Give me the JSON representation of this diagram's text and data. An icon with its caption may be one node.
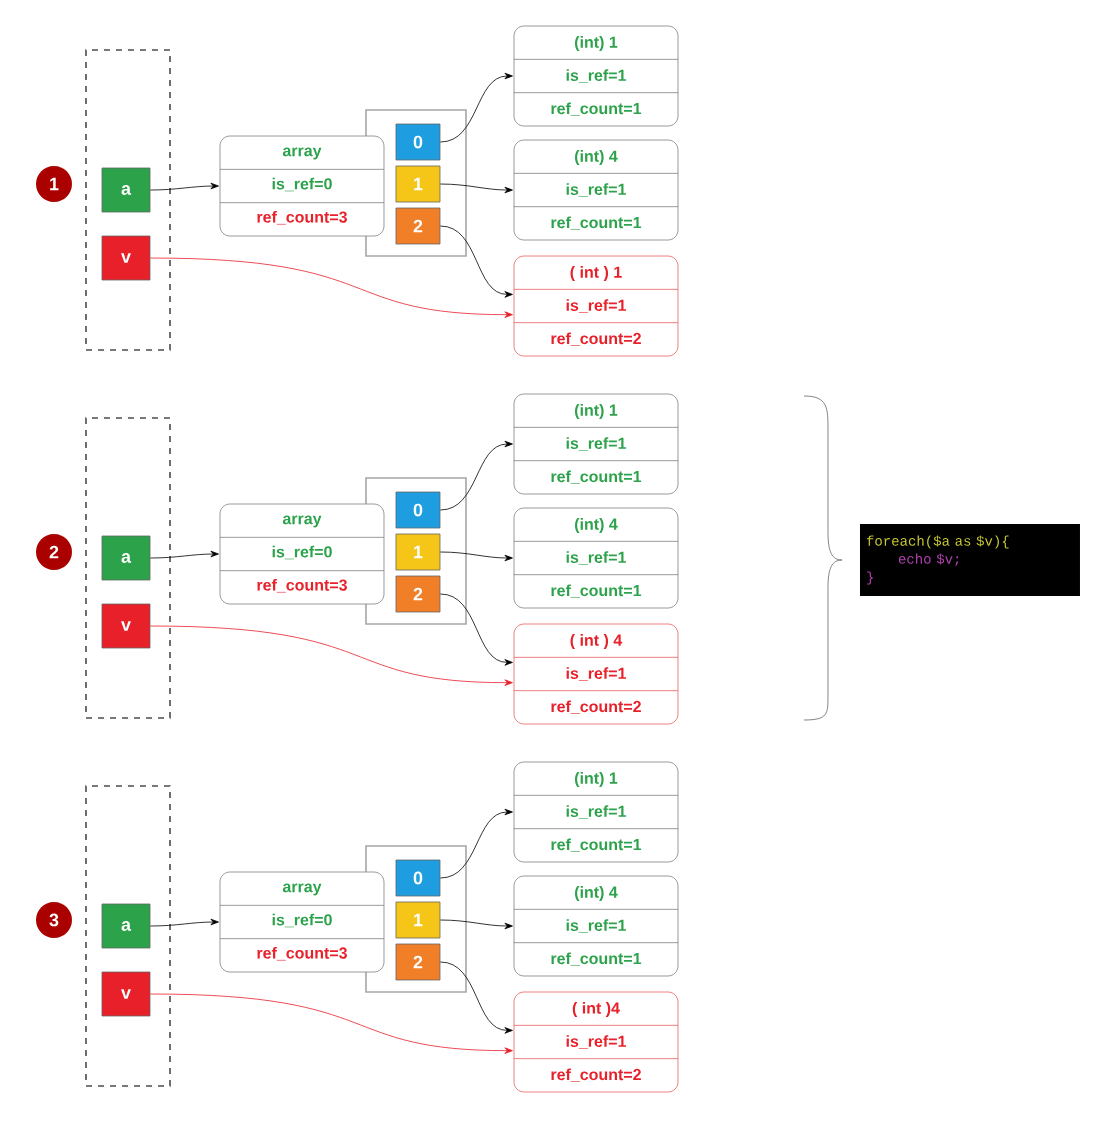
{
  "diagram": {
    "nodes": [
      {
        "text": [
          "1"
        ]
      },
      {
        "text": [],
        "shape": "box"
      },
      {
        "text": [
          "a"
        ],
        "in": 1
      },
      {
        "text": [
          "v"
        ],
        "in": 1
      },
      {
        "text": [
          "array",
          "is_ref=0",
          "ref_count=3"
        ]
      },
      {
        "text": [],
        "shape": "box"
      },
      {
        "text": [
          "0"
        ],
        "in": 5
      },
      {
        "text": [
          "1"
        ],
        "in": 5
      },
      {
        "text": [
          "2"
        ],
        "in": 5
      },
      {
        "text": [
          "(int) 1",
          "is_ref=1",
          "ref_count=1"
        ]
      },
      {
        "text": [
          "(int) 4",
          "is_ref=1",
          "ref_count=1"
        ]
      },
      {
        "text": [
          "( int ) 1",
          "is_ref=1",
          "ref_count=2"
        ]
      },
      {
        "text": [
          "2"
        ]
      },
      {
        "text": [],
        "shape": "box"
      },
      {
        "text": [
          "a"
        ],
        "in": 13
      },
      {
        "text": [
          "v"
        ],
        "in": 13
      },
      {
        "text": [
          "array",
          "is_ref=0",
          "ref_count=3"
        ]
      },
      {
        "text": [],
        "shape": "box"
      },
      {
        "text": [
          "0"
        ],
        "in": 17
      },
      {
        "text": [
          "1"
        ],
        "in": 17
      },
      {
        "text": [
          "2"
        ],
        "in": 17
      },
      {
        "text": [
          "(int) 1",
          "is_ref=1",
          "ref_count=1"
        ]
      },
      {
        "text": [
          "(int) 4",
          "is_ref=1",
          "ref_count=1"
        ]
      },
      {
        "text": [
          "( int ) 4",
          "is_ref=1",
          "ref_count=2"
        ]
      },
      {
        "text": [
          "3"
        ]
      },
      {
        "text": [],
        "shape": "box"
      },
      {
        "text": [
          "a"
        ],
        "in": 25
      },
      {
        "text": [
          "v"
        ],
        "in": 25
      },
      {
        "text": [
          "array",
          "is_ref=0",
          "ref_count=3"
        ]
      },
      {
        "text": [],
        "shape": "box"
      },
      {
        "text": [
          "0"
        ],
        "in": 29
      },
      {
        "text": [
          "1"
        ],
        "in": 29
      },
      {
        "text": [
          "2"
        ],
        "in": 29
      },
      {
        "text": [
          "(int) 1",
          "is_ref=1",
          "ref_count=1"
        ]
      },
      {
        "text": [
          "(int) 4",
          "is_ref=1",
          "ref_count=1"
        ]
      },
      {
        "text": [
          "( int )4",
          "is_ref=1",
          "ref_count=2"
        ]
      },
      {
        "text": [
          "foreach($a as $v){",
          "echo $v;",
          "}"
        ]
      }
    ],
    "edges": [
      {
        "from": 2,
        "to": 4,
        "arrow": "to"
      },
      {
        "from": 6,
        "to": 9,
        "arrow": "to"
      },
      {
        "from": 7,
        "to": 10,
        "arrow": "to"
      },
      {
        "from": 8,
        "to": 11,
        "arrow": "to"
      },
      {
        "from": 3,
        "to": 11,
        "arrow": "to",
        "color": "#e8202a"
      },
      {
        "from": 14,
        "to": 16,
        "arrow": "to"
      },
      {
        "from": 18,
        "to": 21,
        "arrow": "to"
      },
      {
        "from": 19,
        "to": 22,
        "arrow": "to"
      },
      {
        "from": 20,
        "to": 23,
        "arrow": "to"
      },
      {
        "from": 15,
        "to": 23,
        "arrow": "to",
        "color": "#e8202a"
      },
      {
        "from": 26,
        "to": 28,
        "arrow": "to"
      },
      {
        "from": 30,
        "to": 33,
        "arrow": "to"
      },
      {
        "from": 31,
        "to": 34,
        "arrow": "to"
      },
      {
        "from": 32,
        "to": 35,
        "arrow": "to"
      },
      {
        "from": 27,
        "to": 35,
        "arrow": "to",
        "color": "#e8202a"
      }
    ]
  }
}
